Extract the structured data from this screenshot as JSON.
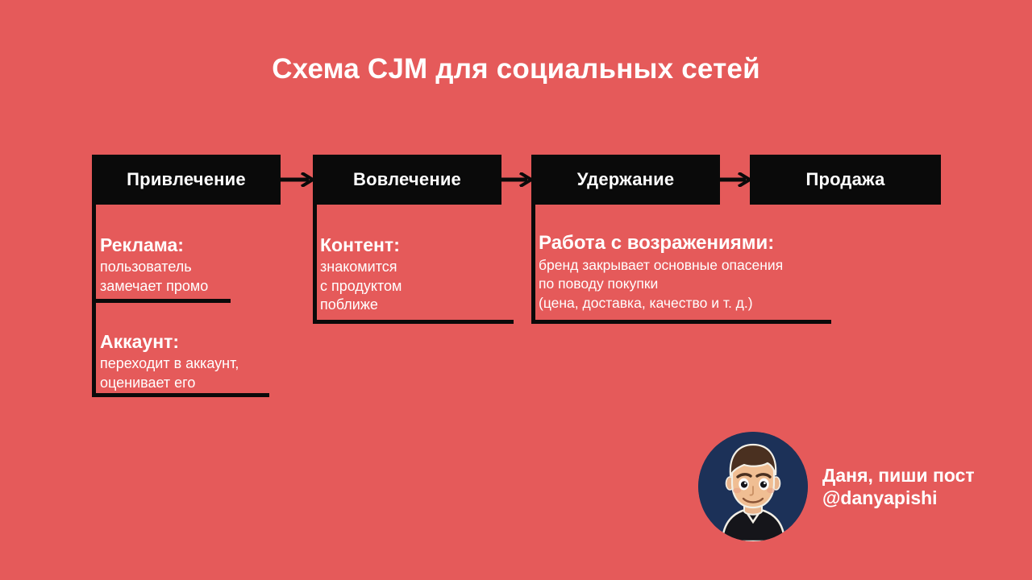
{
  "slide": {
    "background_color": "#E55A5A",
    "title": "Схема CJM для социальных сетей"
  },
  "stages": [
    {
      "label": "Привлечение"
    },
    {
      "label": "Вовлечение"
    },
    {
      "label": "Удержание"
    },
    {
      "label": "Продажа"
    }
  ],
  "details": [
    {
      "stage": "Привлечение",
      "title": "Реклама:",
      "lines": [
        "пользователь",
        "замечает промо"
      ]
    },
    {
      "stage": "Привлечение",
      "title": "Аккаунт:",
      "lines": [
        "переходит в аккаунт,",
        "оценивает его"
      ]
    },
    {
      "stage": "Вовлечение",
      "title": "Контент:",
      "lines": [
        "знакомится",
        "с продуктом",
        "поближе"
      ]
    },
    {
      "stage": "Удержание",
      "title": "Работа с возражениями:",
      "lines": [
        "бренд закрывает основные опасения",
        "по поводу покупки",
        "(цена, доставка, качество и т. д.)"
      ]
    }
  ],
  "signature": {
    "name": "Даня, пиши пост",
    "handle": "@danyapishi",
    "avatar_icon": "avatar-portrait-icon",
    "avatar_background": "#1C3158"
  },
  "colors": {
    "background": "#E55A5A",
    "ink": "#0A0A0A",
    "text": "#FFFFFF"
  }
}
